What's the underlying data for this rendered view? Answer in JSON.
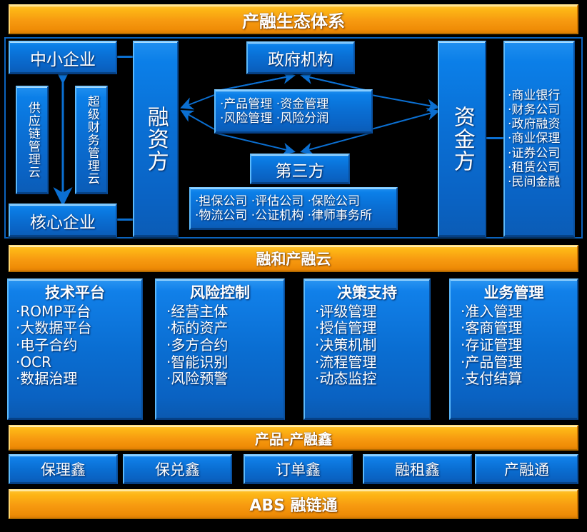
{
  "header": {
    "title": "产融生态体系"
  },
  "ecosystem": {
    "sme_box": "中小企业",
    "core_box": "核心企业",
    "cloud_left": "供应链管理云",
    "cloud_right": "超级财务管理云",
    "financier": "融资方",
    "capital": "资金方",
    "government": "政府机构",
    "third_party": "第三方",
    "management_items": [
      "·产品管理 ·资金管理",
      "·风险管理 ·风险分润"
    ],
    "third_party_items": [
      "·担保公司 ·评估公司 ·保险公司",
      "·物流公司 ·公证机构 ·律师事务所"
    ],
    "capital_items": [
      "·商业银行",
      "·财务公司",
      "·政府融资",
      "·商业保理",
      "·证券公司",
      "·租赁公司",
      "·民间金融"
    ]
  },
  "cloud_band": {
    "title": "融和产融云"
  },
  "capabilities": [
    {
      "title": "技术平台",
      "items": [
        "·ROMP平台",
        "·大数据平台",
        "·电子合约",
        "·OCR",
        "·数据治理"
      ]
    },
    {
      "title": "风险控制",
      "items": [
        "·经营主体",
        "·标的资产",
        "·多方合约",
        "·智能识别",
        "·风险预警"
      ]
    },
    {
      "title": "决策支持",
      "items": [
        "·评级管理",
        "·授信管理",
        "·决策机制",
        "·流程管理",
        "·动态监控"
      ]
    },
    {
      "title": "业务管理",
      "items": [
        "·准入管理",
        "·客商管理",
        "·存证管理",
        "·产品管理",
        "·支付结算"
      ]
    }
  ],
  "product_band": {
    "title": "产品-产融鑫"
  },
  "products": [
    "保理鑫",
    "保兑鑫",
    "订单鑫",
    "融租鑫",
    "产融通"
  ],
  "footer_band": {
    "title": "ABS  融链通"
  },
  "colors": {
    "orange_top": "#ffc22e",
    "orange_bottom": "#e07f04",
    "blue_top": "#1f8ff0",
    "blue_bottom": "#0b5cb6",
    "arrow": "#0b6fd1",
    "background": "#000000",
    "text": "#ffffff"
  }
}
